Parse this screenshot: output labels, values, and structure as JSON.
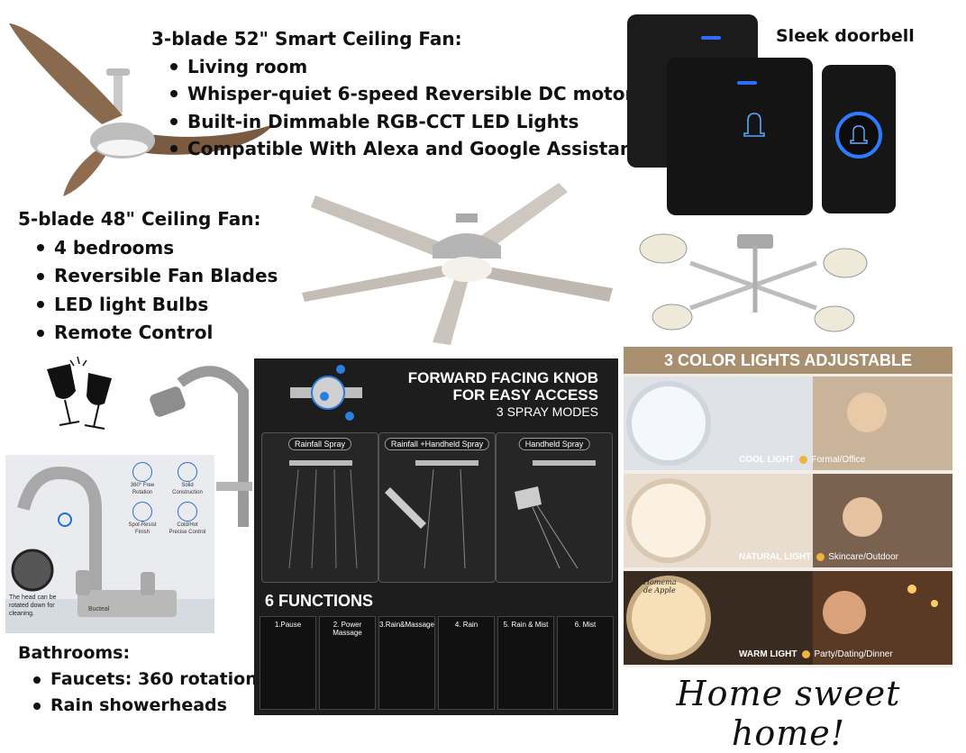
{
  "fan_smart": {
    "title": "3-blade 52\" Smart Ceiling Fan:",
    "bullets": [
      "Living room",
      "Whisper-quiet 6-speed Reversible DC motor",
      "Built-in Dimmable RGB-CCT LED Lights",
      "Compatible With Alexa and Google Assistant"
    ]
  },
  "doorbell": {
    "title": "Sleek doorbell"
  },
  "fan_basic": {
    "title": "5-blade 48\" Ceiling Fan:",
    "bullets": [
      "4 bedrooms",
      "Reversible Fan Blades",
      "LED light Bulbs",
      "Remote Control"
    ]
  },
  "faucet": {
    "badges": [
      "360° Free Rotation",
      "Solid Construction",
      "Spot-Resist Finish",
      "Cold/Hot Precise Control"
    ],
    "head_note": "The head can be rotated down for cleaning.",
    "brand": "Bucteal"
  },
  "bathrooms": {
    "title": "Bathrooms:",
    "bullets": [
      "Faucets: 360 rotation",
      "Rain showerheads"
    ]
  },
  "shower": {
    "headline_1": "FORWARD FACING KNOB",
    "headline_2": "FOR EASY ACCESS",
    "subhead": "3 SPRAY MODES",
    "modes": [
      "Rainfall Spray",
      "Rainfall +Handheld Spray",
      "Handheld Spray"
    ],
    "functions_title": "6 FUNCTIONS",
    "functions": [
      "1.Pause",
      "2. Power Massage",
      "3.Rain&Massage",
      "4. Rain",
      "5. Rain & Mist",
      "6. Mist"
    ]
  },
  "mirror": {
    "title": "3 COLOR LIGHTS ADJUSTABLE",
    "rows": [
      {
        "name": "COOL LIGHT",
        "use": "Formal/Office"
      },
      {
        "name": "NATURAL LIGHT",
        "use": "Skincare/Outdoor"
      },
      {
        "name": "WARM LIGHT",
        "use": "Party/Dating/Dinner"
      }
    ],
    "watermark": "Homema de Apple"
  },
  "footer": {
    "script_text": "Home sweet home!"
  },
  "colors": {
    "wood": "#8a6a4e",
    "brushed_nickel": "#b8b8b8",
    "doorbell_black": "#141414",
    "doorbell_led": "#2f6cff",
    "shower_bg": "#1d1d1d",
    "mirror_bg": "#f2ede6",
    "mirror_title_bg": "#a88f6f"
  }
}
